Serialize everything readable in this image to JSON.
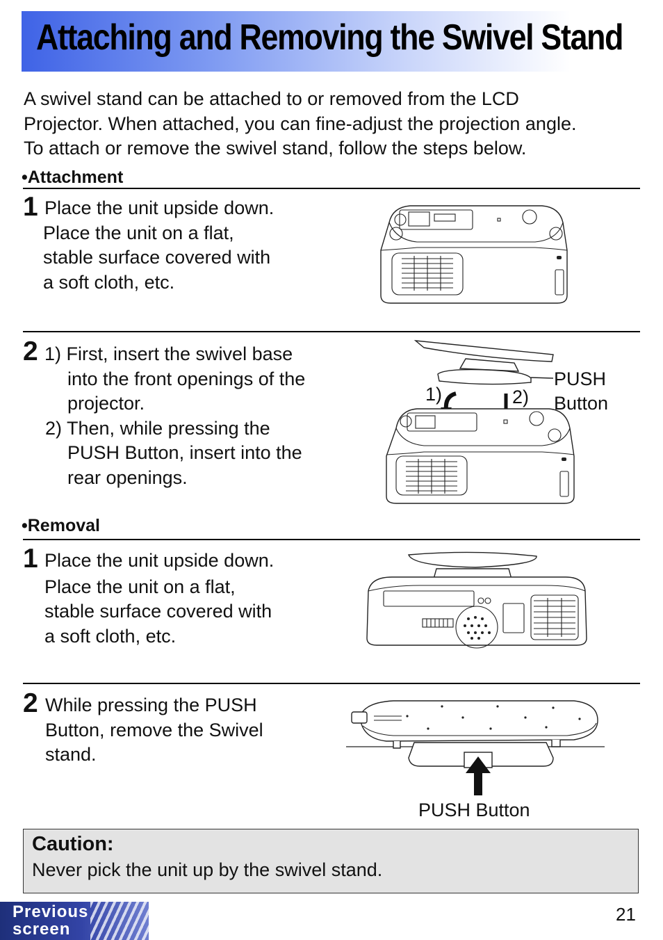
{
  "header": {
    "title": "Attaching and Removing the Swivel Stand"
  },
  "intro": {
    "lines": [
      "A swivel stand can be attached to or removed from the LCD",
      "Projector. When attached, you can fine-adjust the projection angle.",
      "To attach or remove the swivel stand, follow the steps below."
    ]
  },
  "attachment": {
    "heading": "•Attachment",
    "step1": {
      "num": "1",
      "lines": [
        "Place the unit upside down.",
        "Place the unit on a flat,",
        "stable surface covered with",
        "a soft cloth, etc."
      ]
    },
    "step2": {
      "num": "2",
      "lines": [
        "1) First, insert the swivel base",
        "into the front openings of the",
        "projector.",
        "2) Then, while pressing the",
        "PUSH Button, insert into the",
        "rear openings."
      ]
    },
    "figure_labels": {
      "one": "1)",
      "two": "2)",
      "push_line1": "PUSH",
      "push_line2": "Button"
    }
  },
  "removal": {
    "heading": "•Removal",
    "step1": {
      "num": "1",
      "lines": [
        "Place the unit upside down.",
        "Place the unit on a flat,",
        "stable surface covered with",
        "a soft cloth, etc."
      ]
    },
    "step2": {
      "num": "2",
      "lines": [
        "While pressing the PUSH",
        "Button, remove the Swivel",
        "stand."
      ]
    },
    "figure_label": "PUSH Button"
  },
  "caution": {
    "title": "Caution:",
    "text": "Never pick the unit up by the swivel stand."
  },
  "footer": {
    "page_number": "21",
    "prev_line1": "Previous",
    "prev_line2": "screen"
  },
  "colors": {
    "title_gradient_start": "#3f63e6",
    "caution_bg": "#e3e3e3",
    "nav_button": "#2b3b94"
  }
}
